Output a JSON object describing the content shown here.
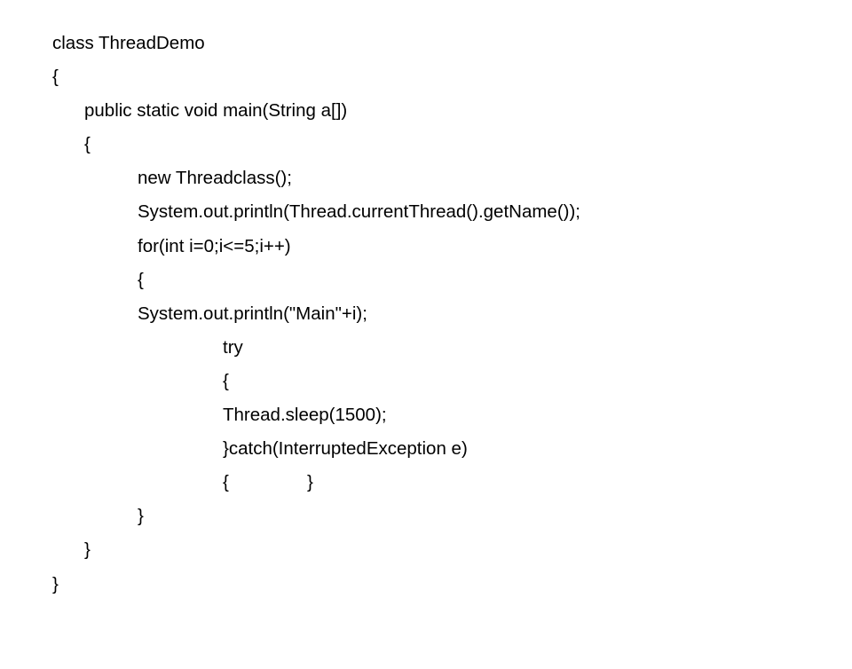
{
  "code": {
    "lines": [
      "class ThreadDemo",
      "{",
      "public static void main(String a[])",
      "{",
      "new Threadclass();",
      "System.out.println(Thread.currentThread().getName());",
      "for(int i=0;i<=5;i++)",
      "{",
      "System.out.println(\"Main\"+i);",
      "try",
      "{",
      "Thread.sleep(1500);",
      "}catch(InterruptedException e)",
      "{",
      "}",
      "}",
      "}",
      "}"
    ]
  }
}
